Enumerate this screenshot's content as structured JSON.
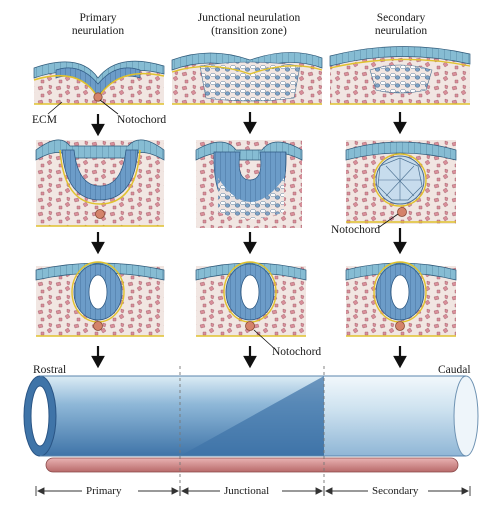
{
  "columns": [
    {
      "title_line1": "Primary",
      "title_line2": "neurulation"
    },
    {
      "title_line1": "Junctional neurulation",
      "title_line2": "(transition zone)"
    },
    {
      "title_line1": "Secondary",
      "title_line2": "neurulation"
    }
  ],
  "labels": {
    "ecm": "ECM",
    "notochord": "Notochord",
    "rostral": "Rostral",
    "caudal": "Caudal"
  },
  "axis_segments": [
    "Primary",
    "Junctional",
    "Secondary"
  ],
  "colors": {
    "ectoderm": "#7fb6d0",
    "neural": "#5f8fbf",
    "mesenchyme": "#efe2dc",
    "cells": "#d98f9a",
    "ecm": "#e6c83a",
    "notochord": "#d4836a",
    "tube": "#4f85b8",
    "tube_light": "#c4dcea",
    "rod": "#c98080"
  }
}
